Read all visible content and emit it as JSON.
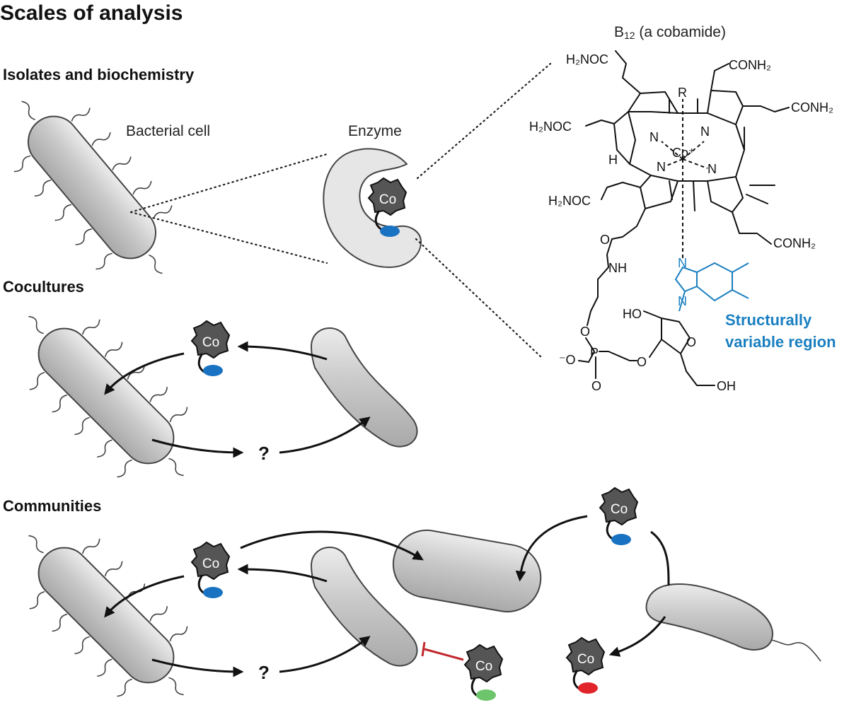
{
  "title": "Scales of analysis",
  "sections": {
    "isolates": "Isolates and biochemistry",
    "cocultures": "Cocultures",
    "communities": "Communities"
  },
  "labels": {
    "bacterial_cell": "Bacterial cell",
    "enzyme": "Enzyme",
    "cobalt": "Co",
    "unknown": "?"
  },
  "molecule": {
    "title_main": "B",
    "title_sub": "12",
    "title_rest": " (a cobamide)",
    "groups": {
      "h2noc_top": "H₂NOC",
      "conh2_top": "CONH₂",
      "conh2_right": "CONH₂",
      "h2noc_left": "H₂NOC",
      "h2noc_bottom": "H₂NOC",
      "conh2_bottom": "CONH₂",
      "r_group": "R",
      "cobalt_ion": "Co⁺",
      "nitrogen": "N",
      "hydrogen": "H",
      "nh": "NH",
      "o": "O",
      "o_minus": "⁻O",
      "p": "P",
      "ho": "HO",
      "oh": "OH"
    },
    "variable_region_line1": "Structurally",
    "variable_region_line2": "variable region"
  },
  "colors": {
    "cell_fill": "#c9c9c9",
    "cobamide_body": "#555555",
    "lower_ligand_blue": "#1a73c2",
    "lower_ligand_green": "#6cc46b",
    "lower_ligand_red": "#e0242a",
    "inhibit_line": "#c0282d",
    "variable_region": "#1a7fc0"
  }
}
